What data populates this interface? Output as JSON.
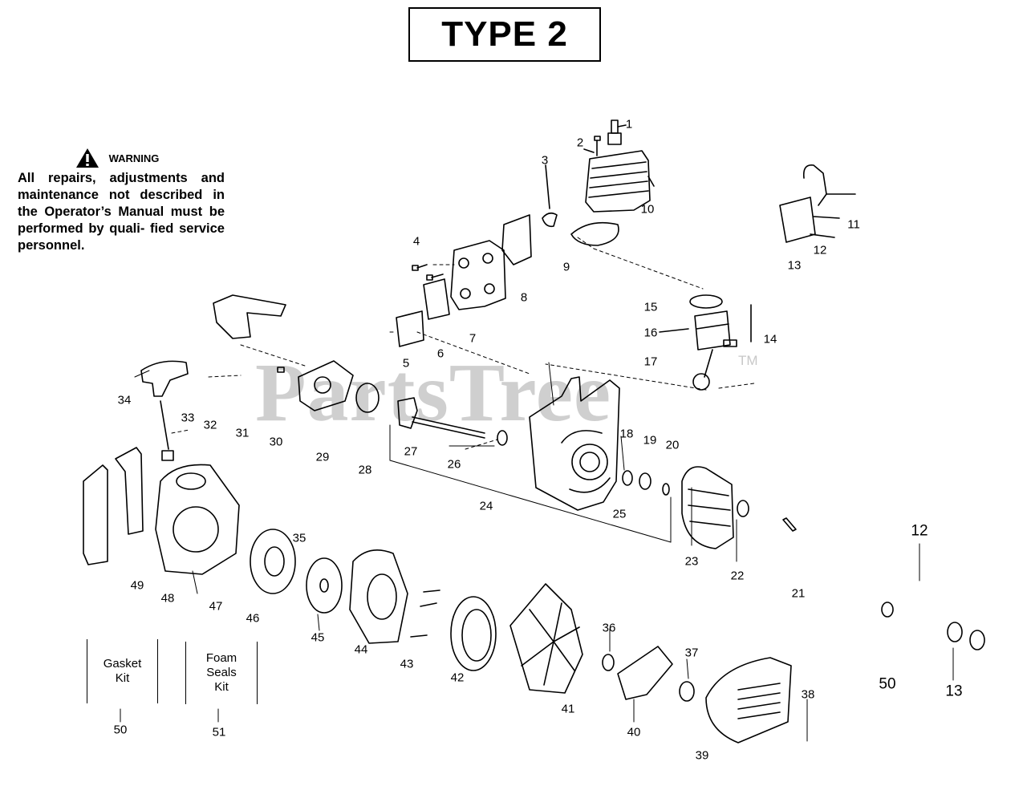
{
  "title": "TYPE 2",
  "warning": {
    "heading": "WARNING",
    "text": "All repairs, adjustments and maintenance not described in the Operator’s Manual must be performed by quali- fied service personnel."
  },
  "watermark": {
    "text": "PartsTree",
    "tm": "TM"
  },
  "kits": [
    {
      "label_line1": "Gasket",
      "label_line2": "Kit",
      "label_line3": "",
      "number": "50"
    },
    {
      "label_line1": "Foam",
      "label_line2": "Seals",
      "label_line3": "Kit",
      "number": "51"
    }
  ],
  "callouts": {
    "c1": "1",
    "c2": "2",
    "c3": "3",
    "c4": "4",
    "c5": "5",
    "c6": "6",
    "c7": "7",
    "c8": "8",
    "c9": "9",
    "c10": "10",
    "c11": "11",
    "c12": "12",
    "c13": "13",
    "c14": "14",
    "c15": "15",
    "c16": "16",
    "c17": "17",
    "c18": "18",
    "c19": "19",
    "c20": "20",
    "c21": "21",
    "c22": "22",
    "c23": "23",
    "c24": "24",
    "c25": "25",
    "c26": "26",
    "c27": "27",
    "c28": "28",
    "c29": "29",
    "c30": "30",
    "c31": "31",
    "c32": "32",
    "c33": "33",
    "c34": "34",
    "c35": "35",
    "c36": "36",
    "c37": "37",
    "c38": "38",
    "c39": "39",
    "c40": "40",
    "c41": "41",
    "c42": "42",
    "c43": "43",
    "c44": "44",
    "c45": "45",
    "c46": "46",
    "c47": "47",
    "c48": "48",
    "c49": "49",
    "c12b": "12",
    "c13b": "13",
    "c50b": "50"
  }
}
